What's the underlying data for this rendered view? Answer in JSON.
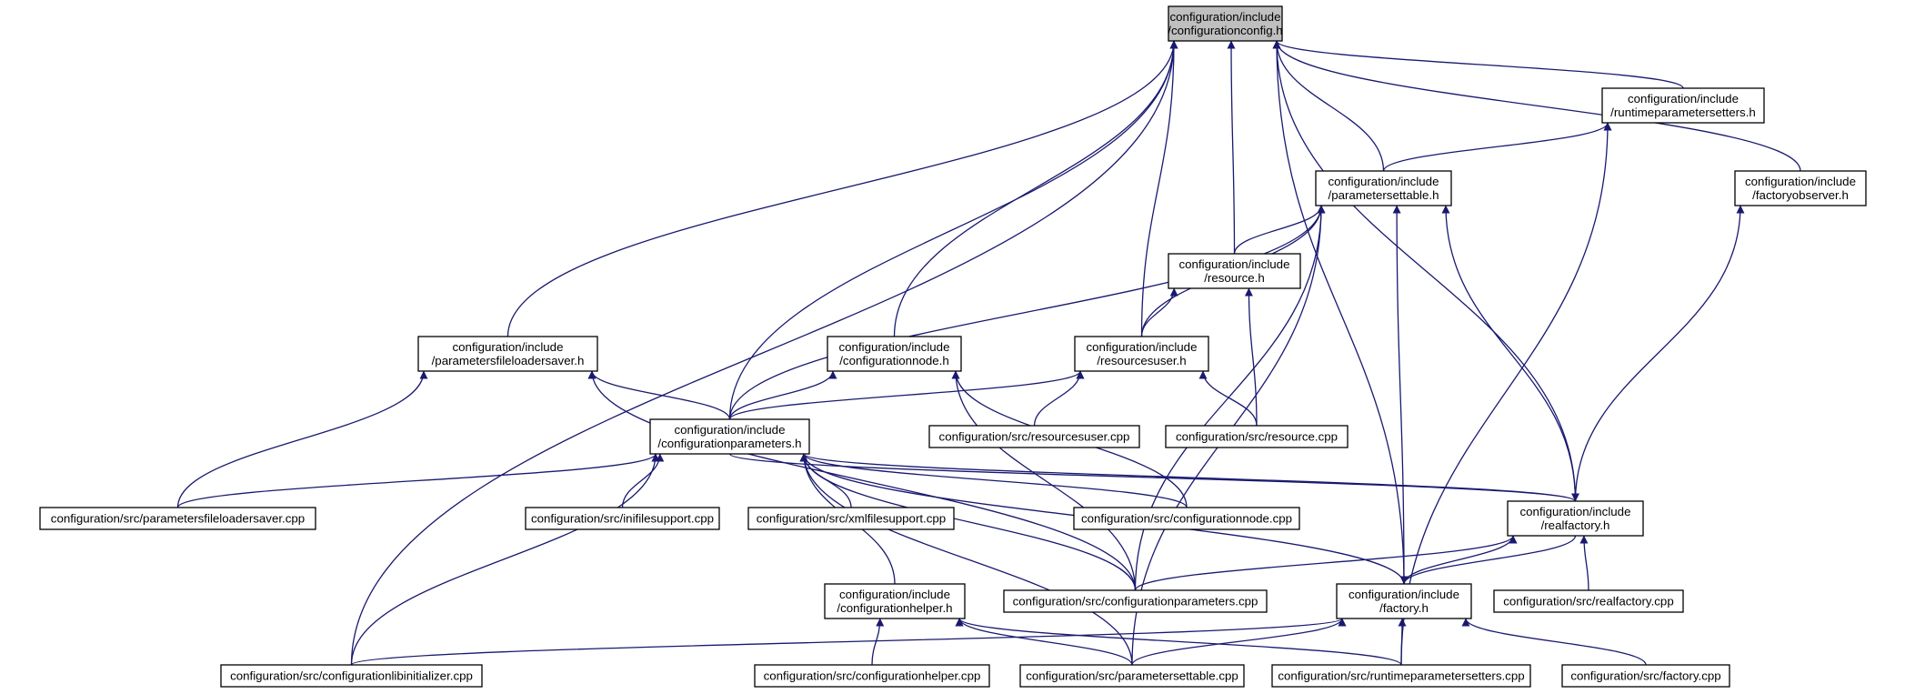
{
  "graph": {
    "root": "configurationconfig_h",
    "edge_color": "#191970",
    "root_fill": "#bfbfbf",
    "nodes": [
      {
        "id": "configurationconfig_h",
        "lines": [
          "configuration/include",
          "/configurationconfig.h"
        ]
      },
      {
        "id": "runtimeparametersetters_h",
        "lines": [
          "configuration/include",
          "/runtimeparametersetters.h"
        ]
      },
      {
        "id": "parametersettable_h",
        "lines": [
          "configuration/include",
          "/parametersettable.h"
        ]
      },
      {
        "id": "factoryobserver_h",
        "lines": [
          "configuration/include",
          "/factoryobserver.h"
        ]
      },
      {
        "id": "resource_h",
        "lines": [
          "configuration/include",
          "/resource.h"
        ]
      },
      {
        "id": "parametersfileloadersaver_h",
        "lines": [
          "configuration/include",
          "/parametersfileloadersaver.h"
        ]
      },
      {
        "id": "configurationnode_h",
        "lines": [
          "configuration/include",
          "/configurationnode.h"
        ]
      },
      {
        "id": "resourcesuser_h",
        "lines": [
          "configuration/include",
          "/resourcesuser.h"
        ]
      },
      {
        "id": "configurationparameters_h",
        "lines": [
          "configuration/include",
          "/configurationparameters.h"
        ]
      },
      {
        "id": "resourcesuser_cpp",
        "lines": [
          "configuration/src/resourcesuser.cpp"
        ]
      },
      {
        "id": "resource_cpp",
        "lines": [
          "configuration/src/resource.cpp"
        ]
      },
      {
        "id": "parametersfileloadersaver_cpp",
        "lines": [
          "configuration/src/parametersfileloadersaver.cpp"
        ]
      },
      {
        "id": "inifilesupport_cpp",
        "lines": [
          "configuration/src/inifilesupport.cpp"
        ]
      },
      {
        "id": "xmlfilesupport_cpp",
        "lines": [
          "configuration/src/xmlfilesupport.cpp"
        ]
      },
      {
        "id": "configurationnode_cpp",
        "lines": [
          "configuration/src/configurationnode.cpp"
        ]
      },
      {
        "id": "realfactory_h",
        "lines": [
          "configuration/include",
          "/realfactory.h"
        ]
      },
      {
        "id": "configurationhelper_h",
        "lines": [
          "configuration/include",
          "/configurationhelper.h"
        ]
      },
      {
        "id": "configurationparameters_cpp",
        "lines": [
          "configuration/src/configurationparameters.cpp"
        ]
      },
      {
        "id": "factory_h",
        "lines": [
          "configuration/include",
          "/factory.h"
        ]
      },
      {
        "id": "realfactory_cpp",
        "lines": [
          "configuration/src/realfactory.cpp"
        ]
      },
      {
        "id": "configurationlibinitializer_cpp",
        "lines": [
          "configuration/src/configurationlibinitializer.cpp"
        ]
      },
      {
        "id": "configurationhelper_cpp",
        "lines": [
          "configuration/src/configurationhelper.cpp"
        ]
      },
      {
        "id": "parametersettable_cpp",
        "lines": [
          "configuration/src/parametersettable.cpp"
        ]
      },
      {
        "id": "runtimeparametersetters_cpp",
        "lines": [
          "configuration/src/runtimeparametersetters.cpp"
        ]
      },
      {
        "id": "factory_cpp",
        "lines": [
          "configuration/src/factory.cpp"
        ]
      }
    ],
    "edges": [
      {
        "from": "runtimeparametersetters_h",
        "to": "configurationconfig_h"
      },
      {
        "from": "parametersettable_h",
        "to": "configurationconfig_h"
      },
      {
        "from": "factoryobserver_h",
        "to": "configurationconfig_h"
      },
      {
        "from": "resource_h",
        "to": "configurationconfig_h"
      },
      {
        "from": "parametersfileloadersaver_h",
        "to": "configurationconfig_h"
      },
      {
        "from": "configurationnode_h",
        "to": "configurationconfig_h"
      },
      {
        "from": "resourcesuser_h",
        "to": "configurationconfig_h"
      },
      {
        "from": "configurationparameters_h",
        "to": "configurationconfig_h"
      },
      {
        "from": "realfactory_h",
        "to": "configurationconfig_h"
      },
      {
        "from": "factory_h",
        "to": "configurationconfig_h"
      },
      {
        "from": "configurationlibinitializer_cpp",
        "to": "configurationconfig_h"
      },
      {
        "from": "parametersettable_h",
        "to": "runtimeparametersetters_h"
      },
      {
        "from": "runtimeparametersetters_cpp",
        "to": "runtimeparametersetters_h"
      },
      {
        "from": "resource_h",
        "to": "parametersettable_h"
      },
      {
        "from": "resourcesuser_h",
        "to": "parametersettable_h"
      },
      {
        "from": "configurationparameters_h",
        "to": "parametersettable_h"
      },
      {
        "from": "configurationparameters_cpp",
        "to": "parametersettable_h"
      },
      {
        "from": "parametersettable_cpp",
        "to": "parametersettable_h"
      },
      {
        "from": "factory_h",
        "to": "parametersettable_h"
      },
      {
        "from": "realfactory_h",
        "to": "parametersettable_h"
      },
      {
        "from": "resourcesuser_h",
        "to": "resource_h"
      },
      {
        "from": "resource_cpp",
        "to": "resource_h"
      },
      {
        "from": "realfactory_h",
        "to": "factoryobserver_h"
      },
      {
        "from": "configurationparameters_h",
        "to": "parametersfileloadersaver_h"
      },
      {
        "from": "parametersfileloadersaver_cpp",
        "to": "parametersfileloadersaver_h"
      },
      {
        "from": "configurationparameters_cpp",
        "to": "parametersfileloadersaver_h"
      },
      {
        "from": "configurationparameters_h",
        "to": "configurationnode_h"
      },
      {
        "from": "configurationnode_cpp",
        "to": "configurationnode_h"
      },
      {
        "from": "configurationparameters_cpp",
        "to": "configurationnode_h"
      },
      {
        "from": "configurationparameters_h",
        "to": "resourcesuser_h"
      },
      {
        "from": "resourcesuser_cpp",
        "to": "resourcesuser_h"
      },
      {
        "from": "resource_cpp",
        "to": "resourcesuser_h"
      },
      {
        "from": "parametersfileloadersaver_cpp",
        "to": "configurationparameters_h"
      },
      {
        "from": "inifilesupport_cpp",
        "to": "configurationparameters_h"
      },
      {
        "from": "xmlfilesupport_cpp",
        "to": "configurationparameters_h"
      },
      {
        "from": "configurationnode_cpp",
        "to": "configurationparameters_h"
      },
      {
        "from": "realfactory_h",
        "to": "configurationparameters_h"
      },
      {
        "from": "configurationhelper_h",
        "to": "configurationparameters_h"
      },
      {
        "from": "configurationparameters_cpp",
        "to": "configurationparameters_h"
      },
      {
        "from": "factory_h",
        "to": "configurationparameters_h"
      },
      {
        "from": "configurationlibinitializer_cpp",
        "to": "configurationparameters_h"
      },
      {
        "from": "parametersettable_cpp",
        "to": "configurationparameters_h"
      },
      {
        "from": "configurationparameters_h",
        "to": "realfactory_h"
      },
      {
        "from": "configurationparameters_cpp",
        "to": "realfactory_h"
      },
      {
        "from": "factory_h",
        "to": "realfactory_h"
      },
      {
        "from": "realfactory_cpp",
        "to": "realfactory_h"
      },
      {
        "from": "realfactory_h",
        "to": "factory_h"
      },
      {
        "from": "configurationlibinitializer_cpp",
        "to": "factory_h"
      },
      {
        "from": "parametersettable_cpp",
        "to": "factory_h"
      },
      {
        "from": "runtimeparametersetters_cpp",
        "to": "factory_h"
      },
      {
        "from": "factory_cpp",
        "to": "factory_h"
      },
      {
        "from": "configurationhelper_cpp",
        "to": "configurationhelper_h"
      },
      {
        "from": "parametersettable_cpp",
        "to": "configurationhelper_h"
      },
      {
        "from": "runtimeparametersetters_cpp",
        "to": "configurationhelper_h"
      }
    ]
  }
}
